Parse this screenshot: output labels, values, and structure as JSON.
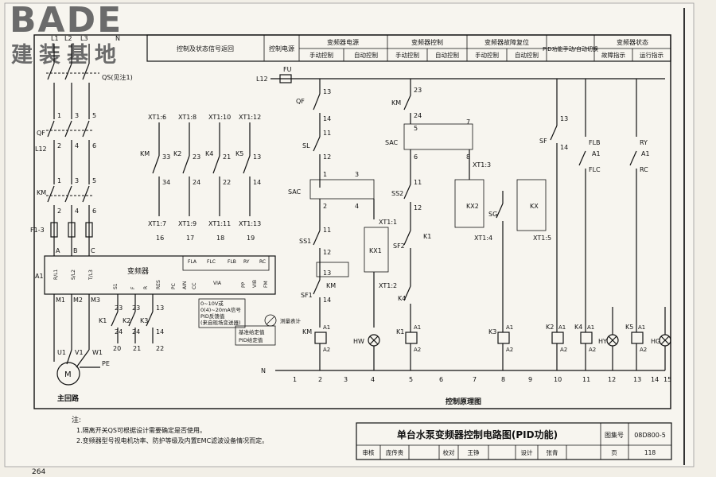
{
  "logo": {
    "brand": "BADE",
    "sub": "建装基地"
  },
  "header": {
    "c1": "控制及状态信号返回",
    "c2": "控制电源",
    "g1": "变频器电源",
    "g2": "变频器控制",
    "g3": "变频器故障复位",
    "g4": "PID功能手动/自动切换",
    "g5": "变频器状态",
    "s1": "手动控制",
    "s2": "自动控制",
    "s3": "手动控制",
    "s4": "自动控制",
    "s5": "手动控制",
    "s6": "自动控制",
    "s7": "故障指示",
    "s8": "运行指示"
  },
  "main": {
    "l1": "L1",
    "l2": "L2",
    "l3": "L3",
    "n": "N",
    "qs": "QS(见注1)",
    "qf": "QF",
    "l12": "L12",
    "km": "KM",
    "f13": "F1-3",
    "a": "A",
    "b": "B",
    "c": "C",
    "a1": "A1",
    "vfd": "变频器",
    "m1": "M1",
    "m2": "M2",
    "m3": "M3",
    "u1": "U1",
    "v1": "V1",
    "w1": "W1",
    "pe": "PE",
    "motor": "M",
    "title": "主回路",
    "k1": "K1",
    "k2": "K2",
    "k3": "K3",
    "n23a": "23",
    "n23b": "23",
    "n13": "13",
    "n24a": "24",
    "n24b": "24",
    "n14": "14",
    "n20": "20",
    "n21": "21",
    "n22": "22",
    "ain1": "0~10V或",
    "ain2": "0(4)~20mA信号",
    "ain3": "PID反馈值",
    "ain4": "(来自现场变送器)",
    "set1": "基准给定值",
    "set2": "PID给定值",
    "meter": "测量表计"
  },
  "xt": {
    "top": [
      "XT1:6",
      "XT1:8",
      "XT1:10",
      "XT1:12"
    ],
    "rl": [
      "KM",
      "K2",
      "K4",
      "K5"
    ],
    "na": [
      "33",
      "23",
      "21",
      "13"
    ],
    "nb": [
      "34",
      "24",
      "22",
      "14"
    ],
    "bot": [
      "XT1:7",
      "XT1:9",
      "XT1:11",
      "XT1:13"
    ],
    "num": [
      "16",
      "17",
      "18",
      "19"
    ]
  },
  "ctrl": {
    "l12": "L12",
    "fu": "FU",
    "qf": "QF",
    "sl": "SL",
    "sac": "SAC",
    "ss1": "SS1",
    "sf1": "SF1",
    "km": "KM",
    "kx1": "KX1",
    "xt11": "XT1:1",
    "xt12": "XT1:2",
    "km2": "KM",
    "sac2": "SAC",
    "ss2": "SS2",
    "sf2": "SF2",
    "k1": "K1",
    "k4": "K4",
    "kx2": "KX2",
    "sg": "SG",
    "kx": "KX",
    "xt13": "XT1:3",
    "xt14": "XT1:4",
    "xt15": "XT1:5",
    "sf": "SF",
    "flb": "FLB",
    "flc": "FLC",
    "ry": "RY",
    "rc": "RC",
    "hw": "HW",
    "hy": "HY",
    "hg": "HG",
    "c1": "K1",
    "c2": "K3",
    "c3": "K2",
    "c4": "K4",
    "c5": "K5",
    "n": "N",
    "nodes": [
      "1",
      "2",
      "3",
      "4",
      "5",
      "6",
      "7",
      "8",
      "9",
      "10",
      "11",
      "12",
      "13",
      "14",
      "15"
    ],
    "title": "控制原理图"
  },
  "notes": {
    "head": "注:",
    "n1": "1.隔离开关QS可根据设计需要确定是否使用。",
    "n2": "2.变频器型号视电机功率、防护等级及内置EMC滤波设备情况而定。"
  },
  "titleblock": {
    "title": "单台水泵变频器控制电路图(PID功能)",
    "atlas_label": "图集号",
    "atlas": "08D800-5",
    "r1": "审核",
    "r2": "庞传贵",
    "r3": "校对",
    "r4": "王铮",
    "r5": "设计",
    "r6": "张青",
    "page_label": "页",
    "page": "118"
  },
  "page_number": "264"
}
